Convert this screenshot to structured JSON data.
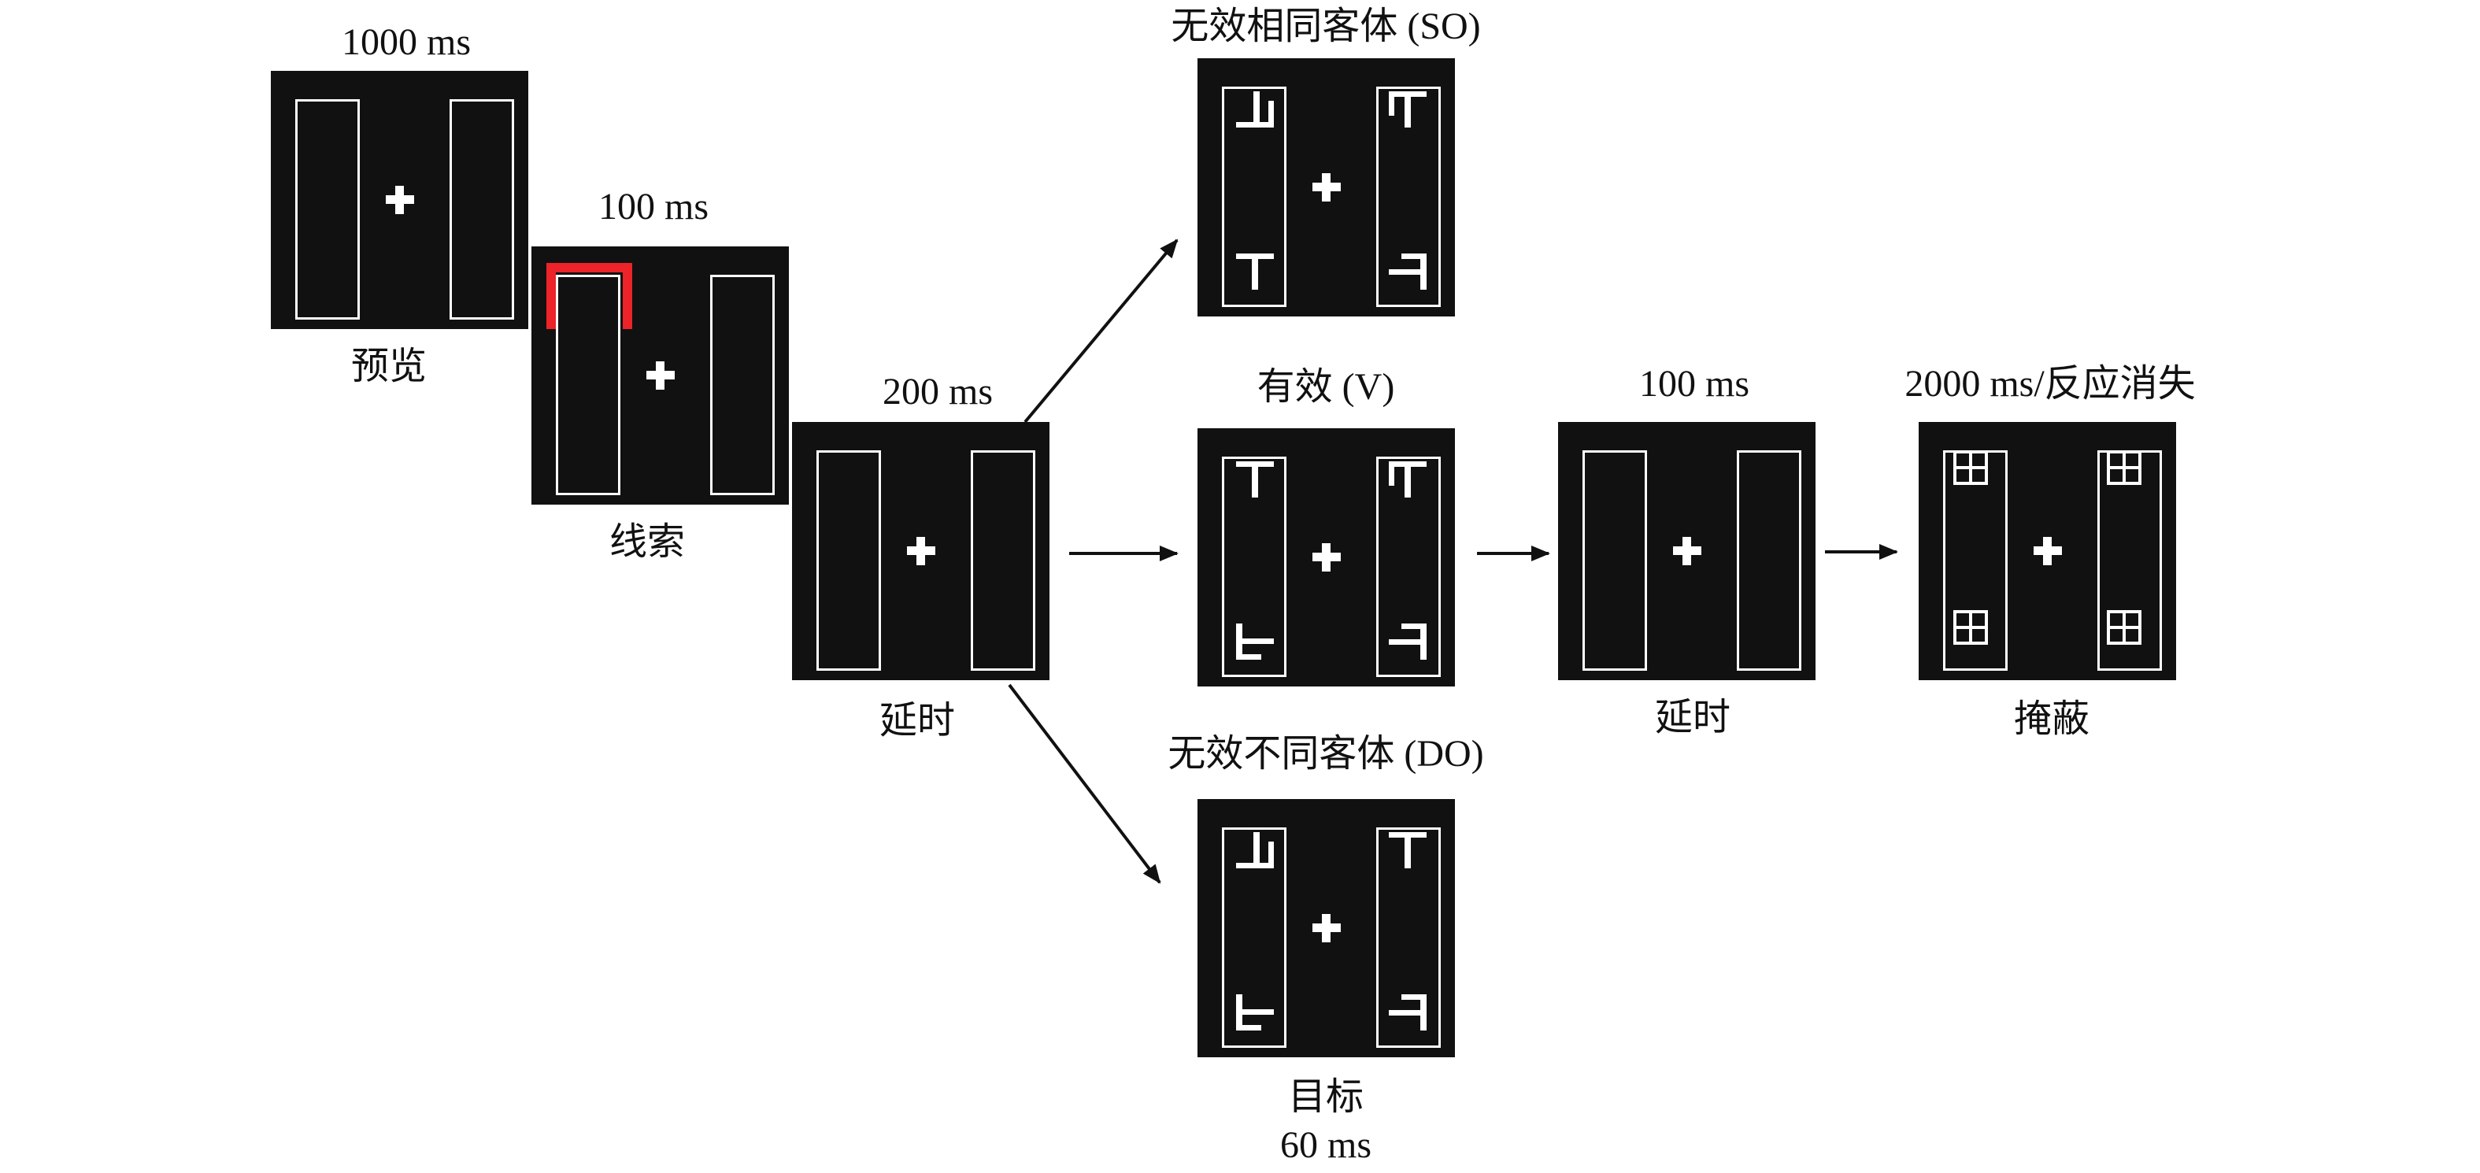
{
  "labels": {
    "preview_time": "1000 ms",
    "preview": "预览",
    "cue_time": "100 ms",
    "cue": "线索",
    "delay1_time": "200 ms",
    "delay1": "延时",
    "so_title": "无效相同客体 (SO)",
    "v_title": "有效 (V)",
    "do_title": "无效不同客体 (DO)",
    "target": "目标",
    "target_time": "60 ms",
    "delay2_time": "100 ms",
    "delay2": "延时",
    "mask_time": "2000 ms/反应消失",
    "mask": "掩蔽"
  },
  "colors": {
    "panel": "#111111",
    "cue": "#ec2328",
    "stroke": "#ffffff"
  },
  "targets": {
    "so": {
      "tl": "glyph-u",
      "bl": "glyph-t",
      "tr": "glyph-pi",
      "br": "glyph-k"
    },
    "v": {
      "tl": "glyph-t",
      "bl": "glyph-e",
      "tr": "glyph-pi",
      "br": "glyph-k"
    },
    "do": {
      "tl": "glyph-u",
      "bl": "glyph-e",
      "tr": "glyph-t",
      "br": "glyph-k"
    }
  }
}
